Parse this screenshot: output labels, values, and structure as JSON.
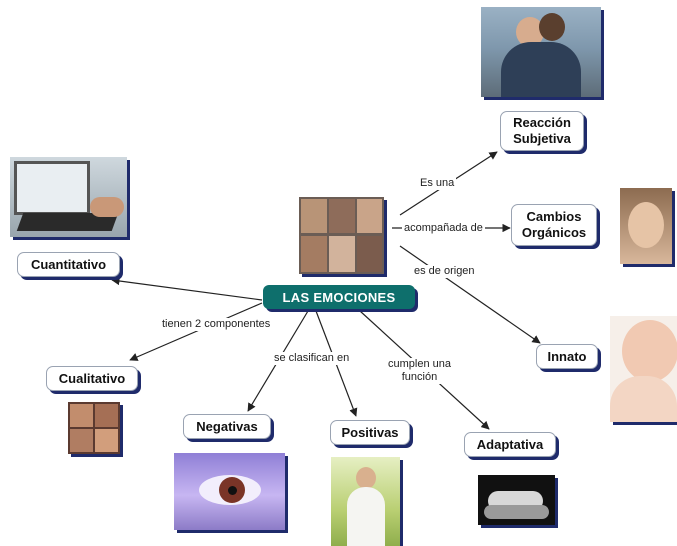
{
  "diagram": {
    "root": "LAS EMOCIONES",
    "nodes": {
      "reaccion": "Reacción\nSubjetiva",
      "cambios": "Cambios\nOrgánicos",
      "innato": "Innato",
      "cuantitativo": "Cuantitativo",
      "cualitativo": "Cualitativo",
      "negativas": "Negativas",
      "positivas": "Positivas",
      "adaptativa": "Adaptativa"
    },
    "links": {
      "es_una": "Es una",
      "acompanada": "acompañada de",
      "origen": "es de origen",
      "componentes": "tienen 2 componentes",
      "clasifican": "se clasifican en",
      "funcion": "cumplen una\nfunción"
    }
  },
  "colors": {
    "root_bg": "#0e6f6c",
    "shadow": "#1f2b6b",
    "line": "#222222"
  }
}
